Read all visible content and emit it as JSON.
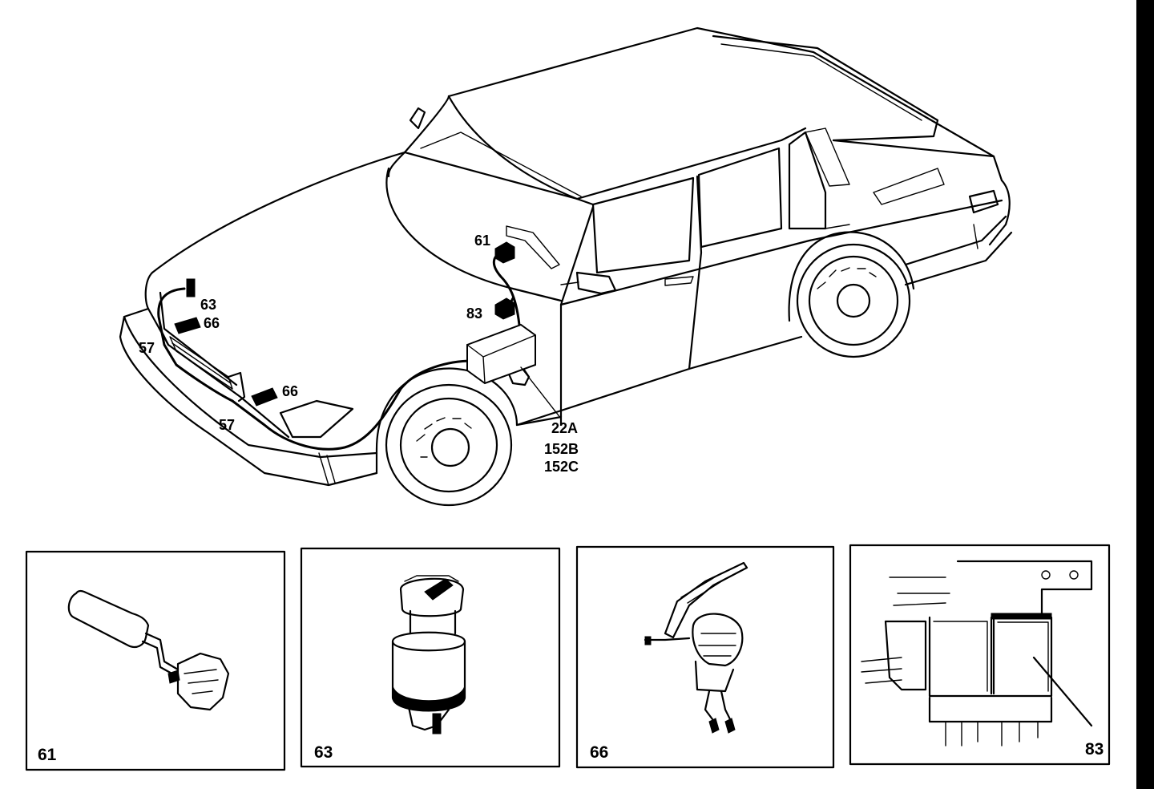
{
  "callouts": {
    "c61": "61",
    "c63": "63",
    "c66a": "66",
    "c66b": "66",
    "c57a": "57",
    "c57b": "57",
    "c83": "83",
    "c22a": "22A",
    "c152b": "152B",
    "c152c": "152C"
  },
  "panels": [
    {
      "label": "61",
      "icon": "multifunction-stalk-switch-icon"
    },
    {
      "label": "63",
      "icon": "horn-relay-icon"
    },
    {
      "label": "66",
      "icon": "wiper-motor-icon"
    },
    {
      "label": "83",
      "icon": "relay-box-icon"
    }
  ]
}
